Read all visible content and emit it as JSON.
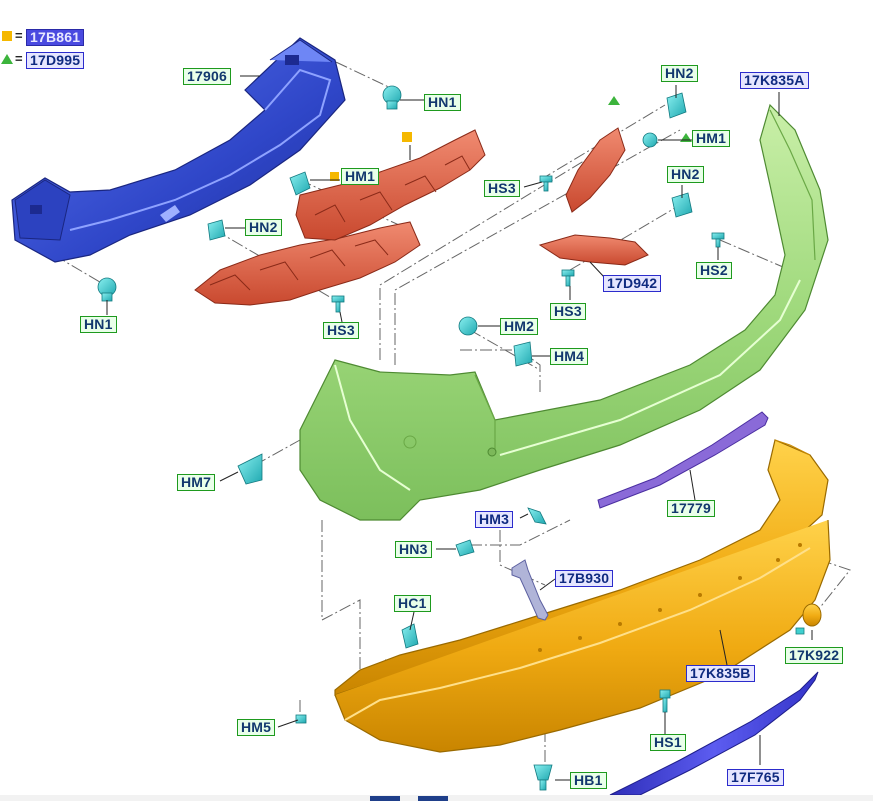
{
  "legend": [
    {
      "symbol": "square",
      "color": "#f5b800",
      "code": "17B861"
    },
    {
      "symbol": "triangle",
      "color": "#3cb43c",
      "code": "17D995"
    }
  ],
  "labels": {
    "l_17906": "17906",
    "l_hn1_top": "HN1",
    "l_hn1_left": "HN1",
    "l_hm1_mid": "HM1",
    "l_hn2_left": "HN2",
    "l_hs3_left": "HS3",
    "l_hn2_a": "HN2",
    "l_hm1_right": "HM1",
    "l_hs3_mid": "HS3",
    "l_hn2_b": "HN2",
    "l_17k835a": "17K835A",
    "l_hs2": "HS2",
    "l_17d942": "17D942",
    "l_hs3_low": "HS3",
    "l_hm2": "HM2",
    "l_hm4": "HM4",
    "l_hm7": "HM7",
    "l_hm3": "HM3",
    "l_hn3": "HN3",
    "l_17b930": "17B930",
    "l_17779": "17779",
    "l_hc1": "HC1",
    "l_17k835b": "17K835B",
    "l_17k922": "17K922",
    "l_hm5": "HM5",
    "l_hs1": "HS1",
    "l_hb1": "HB1",
    "l_17f765": "17F765"
  },
  "colors": {
    "reinforcement": "#3a55d6",
    "brackets": "#e0664e",
    "upper_cover": "#a8dc84",
    "lower_cover": "#f2b21e",
    "lower_strip": "#4a4ae0",
    "clips": "#3fd0d0",
    "leader": "#222222",
    "dash": "#666666"
  }
}
